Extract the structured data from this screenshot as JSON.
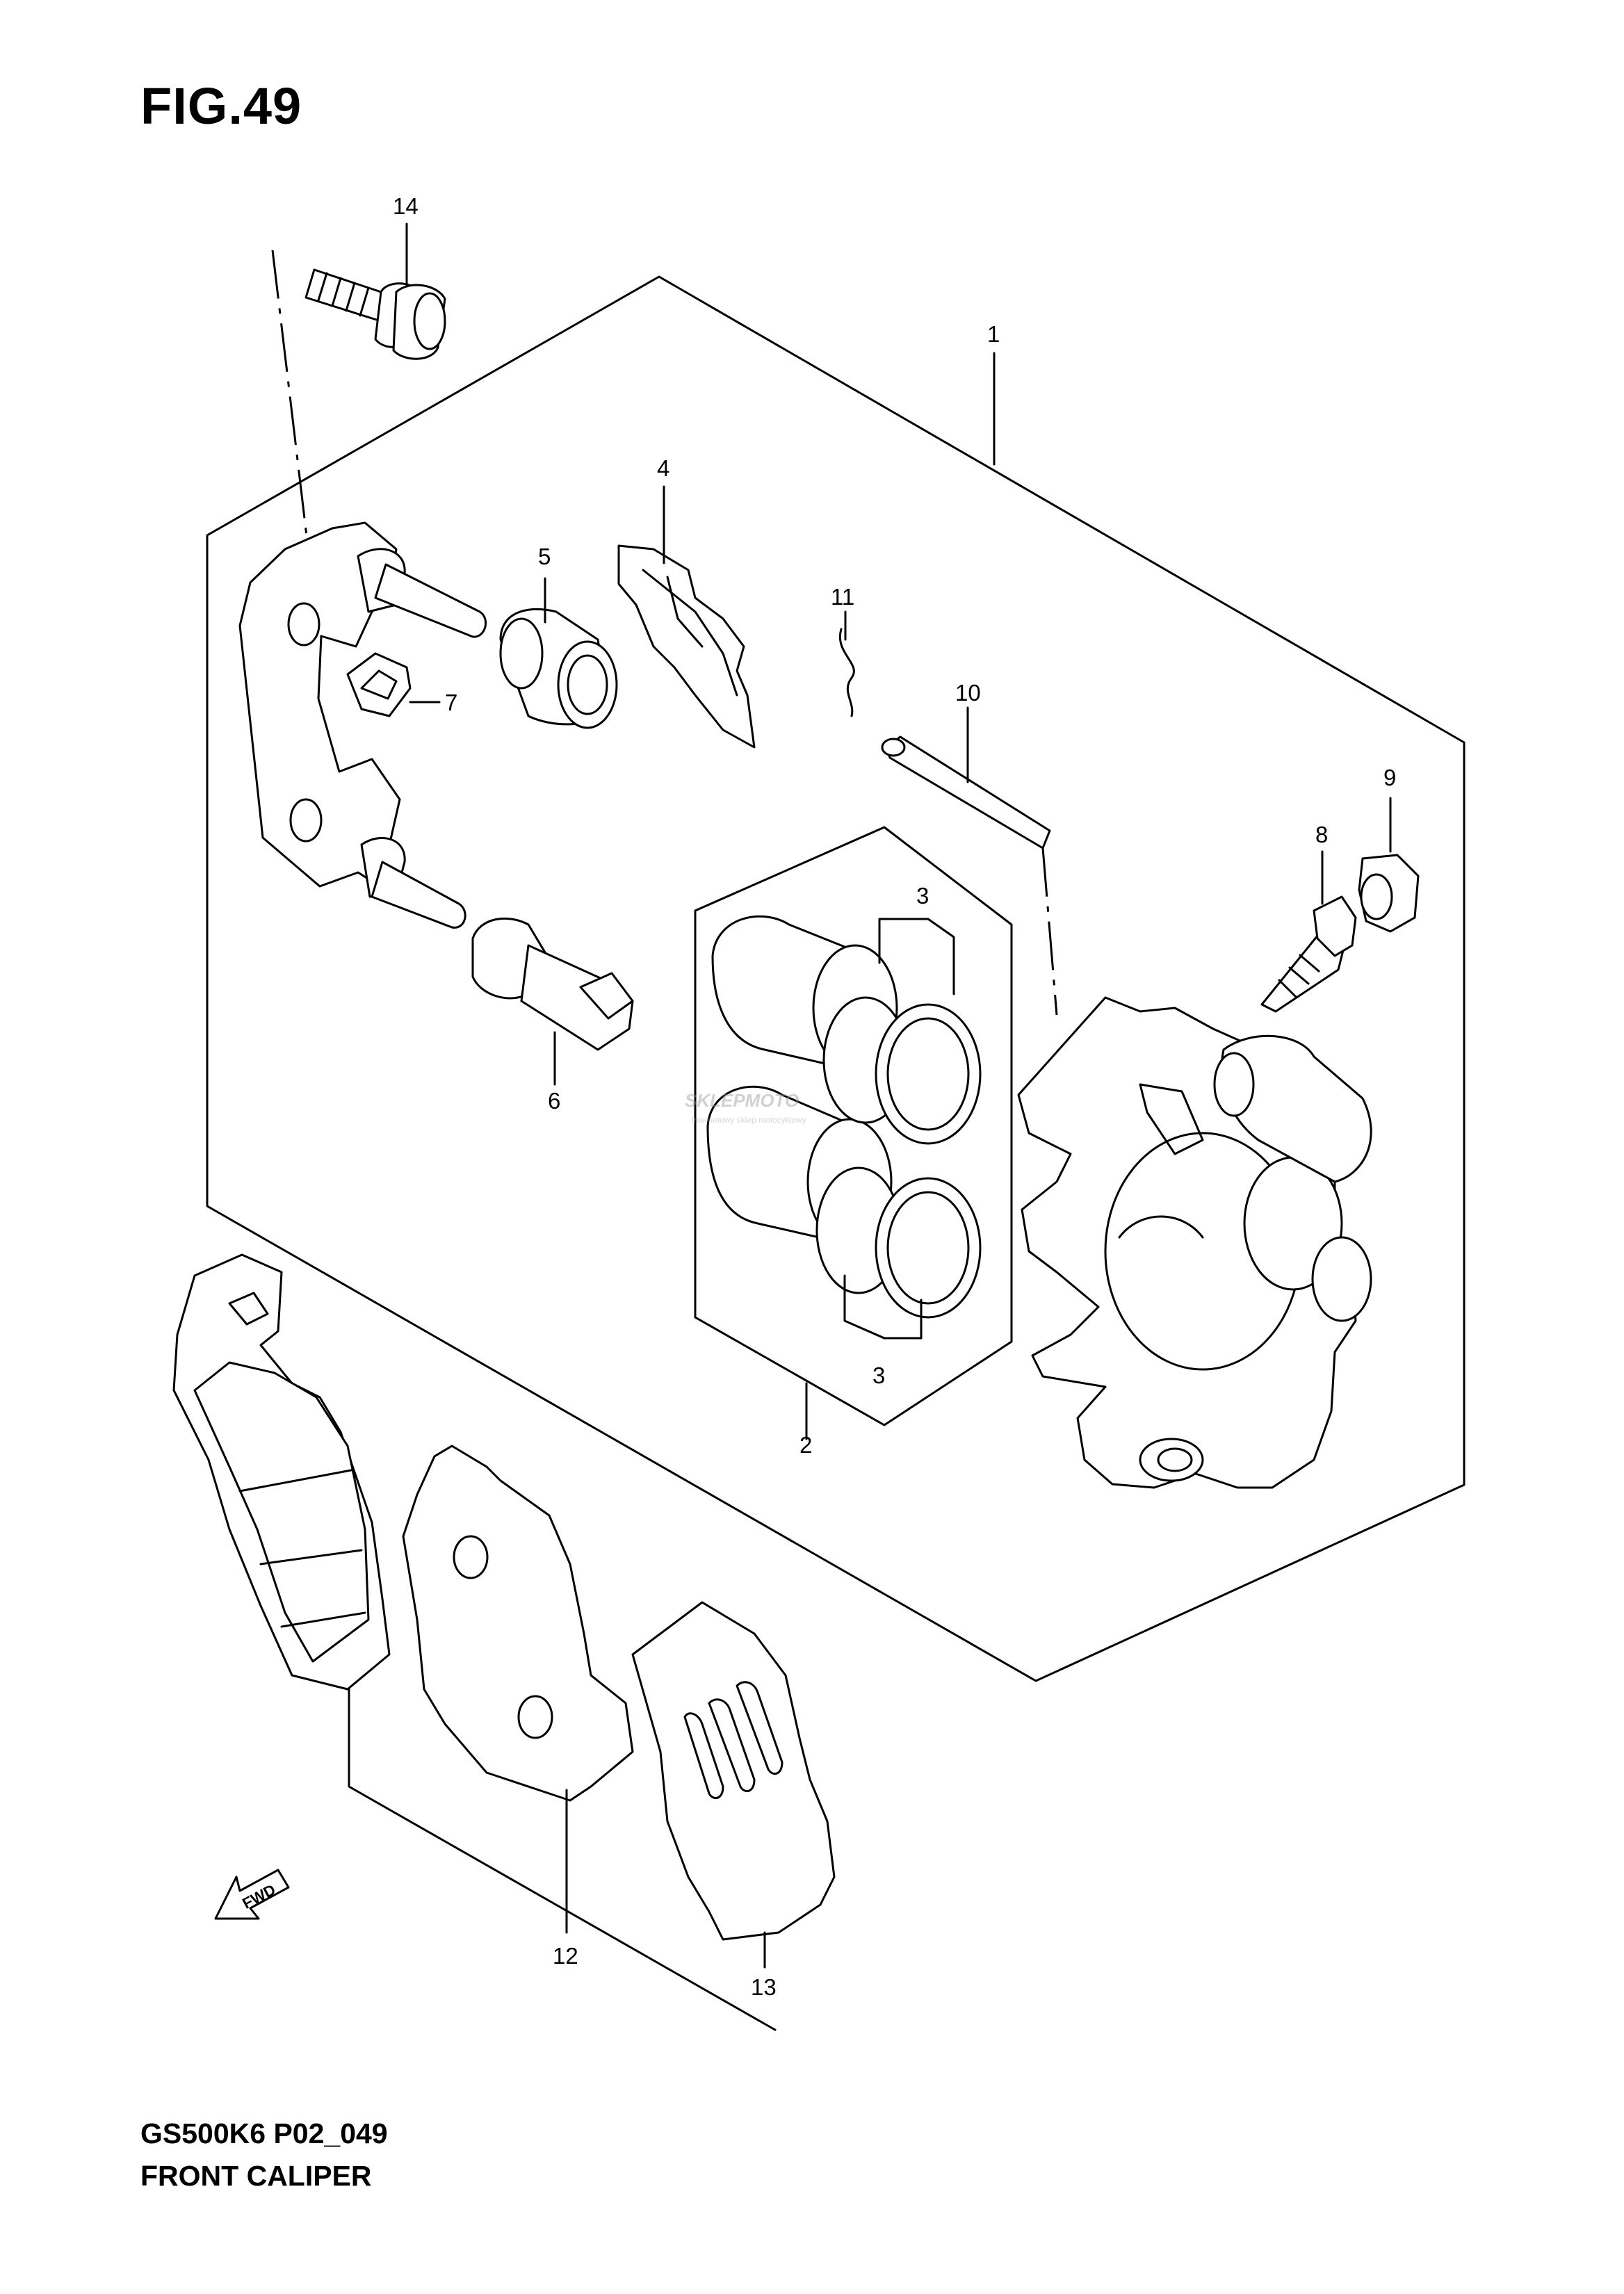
{
  "figure": {
    "title": "FIG.49",
    "code": "GS500K6 P02_049",
    "name": "FRONT CALIPER"
  },
  "callouts": {
    "c1": "1",
    "c2": "2",
    "c3a": "3",
    "c3b": "3",
    "c4": "4",
    "c5": "5",
    "c6": "6",
    "c7": "7",
    "c8": "8",
    "c9": "9",
    "c10": "10",
    "c11": "11",
    "c12": "12",
    "c13": "13",
    "c14": "14"
  },
  "direction_arrow": {
    "label": "FWD",
    "icon": "fwd-arrow-icon"
  },
  "watermark": {
    "text": "SKLEPMOTO",
    "subtext": "internetowy sklep motocyklowy"
  }
}
